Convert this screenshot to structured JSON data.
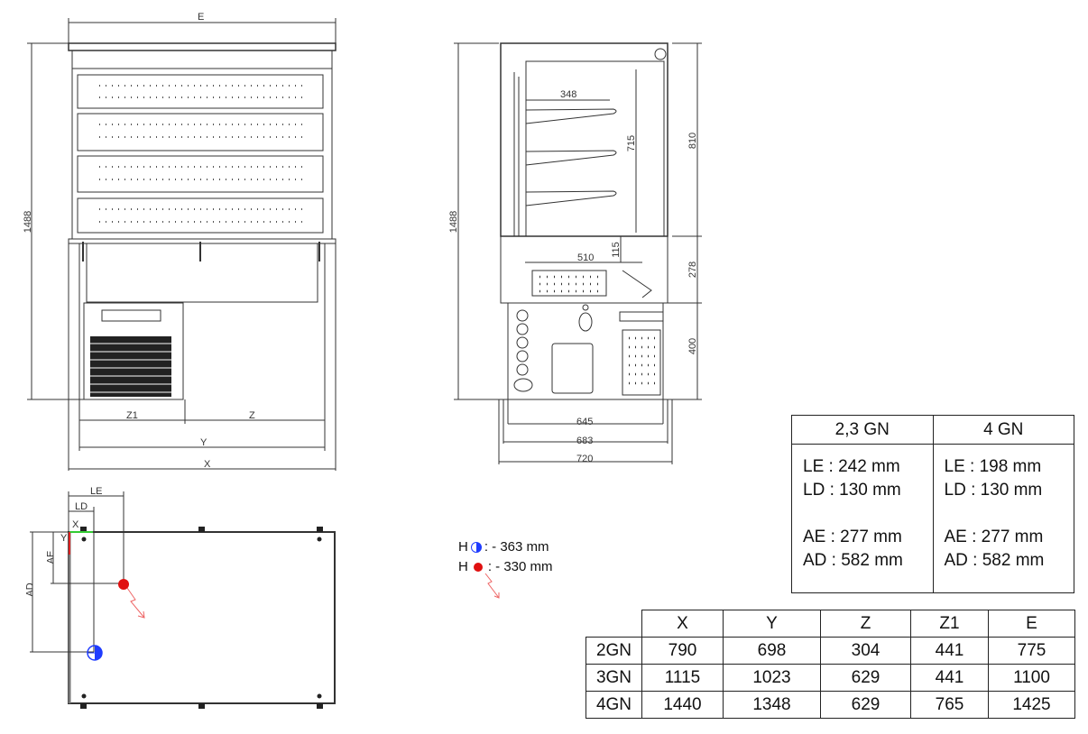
{
  "front_view": {
    "dims": {
      "E": "E",
      "height": "1488",
      "Z1": "Z1",
      "Z": "Z",
      "Y": "Y",
      "X": "X"
    }
  },
  "side_view": {
    "dims": {
      "height": "1488",
      "shelf_depth": "348",
      "inner_height": "715",
      "upper": "810",
      "well_height": "115",
      "well_width": "510",
      "middle": "278",
      "lower": "400",
      "w645": "645",
      "w683": "683",
      "w720": "720"
    }
  },
  "top_view": {
    "labels": {
      "LE": "LE",
      "LD": "LD",
      "X": "X",
      "Y": "Y",
      "AE": "AE",
      "AD": "AD"
    }
  },
  "legend": [
    {
      "prefix": "H",
      "icon": "drain-icon-blue",
      "text": ": - 363 mm",
      "color": "#1f3cff"
    },
    {
      "prefix": "H",
      "icon": "power-icon-red",
      "text": ": - 330 mm",
      "color": "#e01010"
    }
  ],
  "gn_table": {
    "headers": [
      "2,3 GN",
      "4 GN"
    ],
    "cols": [
      [
        "LE : 242 mm",
        "LD : 130 mm",
        "AE : 277 mm",
        "AD : 582 mm"
      ],
      [
        "LE : 198 mm",
        "LD : 130 mm",
        "AE :  277 mm",
        "AD :  582 mm"
      ]
    ]
  },
  "size_table": {
    "headers": [
      "",
      "X",
      "Y",
      "Z",
      "Z1",
      "E"
    ],
    "rows": [
      [
        "2GN",
        "790",
        "698",
        "304",
        "441",
        "775"
      ],
      [
        "3GN",
        "1115",
        "1023",
        "629",
        "441",
        "1100"
      ],
      [
        "4GN",
        "1440",
        "1348",
        "629",
        "765",
        "1425"
      ]
    ]
  }
}
